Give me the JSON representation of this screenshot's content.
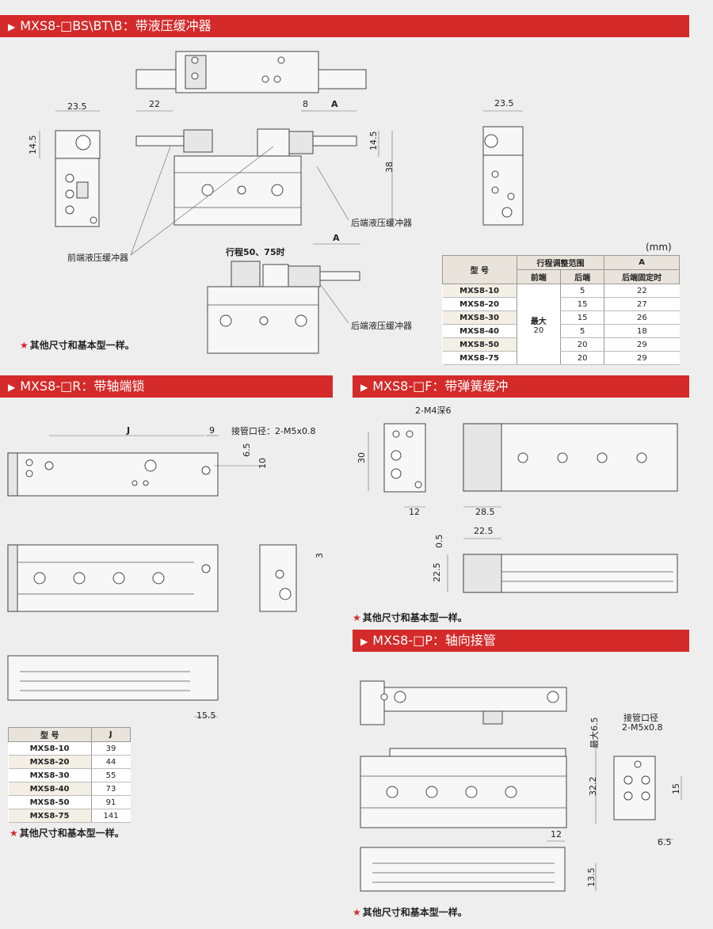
{
  "sections": {
    "bs": {
      "title": "MXS8-□BS\\BT\\B：带液压缓冲器"
    },
    "r": {
      "title": "MXS8-□R：带轴端锁"
    },
    "f": {
      "title": "MXS8-□F：带弹簧缓冲"
    },
    "p": {
      "title": "MXS8-□P：轴向接管"
    }
  },
  "bs_labels": {
    "d235a": "23.5",
    "d22": "22",
    "d8": "8",
    "dA1": "A",
    "d235b": "23.5",
    "d145a": "14.5",
    "d145b": "14.5",
    "d38": "38",
    "rear1": "后端液压缓冲器",
    "front": "前端液压缓冲器",
    "stroke": "行程50、75时",
    "dA2": "A",
    "rear2": "后端液压缓冲器",
    "unit": "(mm)"
  },
  "bs_table": {
    "h_model": "型 号",
    "h_range": "行程调整范围",
    "h_front": "前端",
    "h_rear": "后端",
    "h_a": "A",
    "h_a_sub": "后端固定时",
    "front_value": "最大",
    "front_value2": "20",
    "rows": [
      {
        "model": "MXS8-10",
        "rear": "5",
        "a": "22"
      },
      {
        "model": "MXS8-20",
        "rear": "15",
        "a": "27"
      },
      {
        "model": "MXS8-30",
        "rear": "15",
        "a": "26"
      },
      {
        "model": "MXS8-40",
        "rear": "5",
        "a": "18"
      },
      {
        "model": "MXS8-50",
        "rear": "20",
        "a": "29"
      },
      {
        "model": "MXS8-75",
        "rear": "20",
        "a": "29"
      }
    ]
  },
  "r_labels": {
    "dJ": "J",
    "d9": "9",
    "port": "接管口径：2-M5x0.8",
    "d65": "6.5",
    "d10": "10",
    "d3": "3",
    "d155": "15.5"
  },
  "r_table": {
    "h_model": "型 号",
    "h_j": "J",
    "rows": [
      {
        "model": "MXS8-10",
        "j": "39"
      },
      {
        "model": "MXS8-20",
        "j": "44"
      },
      {
        "model": "MXS8-30",
        "j": "55"
      },
      {
        "model": "MXS8-40",
        "j": "73"
      },
      {
        "model": "MXS8-50",
        "j": "91"
      },
      {
        "model": "MXS8-75",
        "j": "141"
      }
    ]
  },
  "f_labels": {
    "m4": "2-M4深6",
    "d30": "30",
    "d12": "12",
    "d285": "28.5",
    "d225a": "22.5",
    "d05": "0.5",
    "d225b": "22.5"
  },
  "p_labels": {
    "max65": "最大6.5",
    "port1": "接管口径",
    "port2": "2-M5x0.8",
    "d322": "32.2",
    "d15": "15",
    "d65": "6.5",
    "d12": "12",
    "d135": "13.5"
  },
  "note": "其他尺寸和基本型一样。"
}
